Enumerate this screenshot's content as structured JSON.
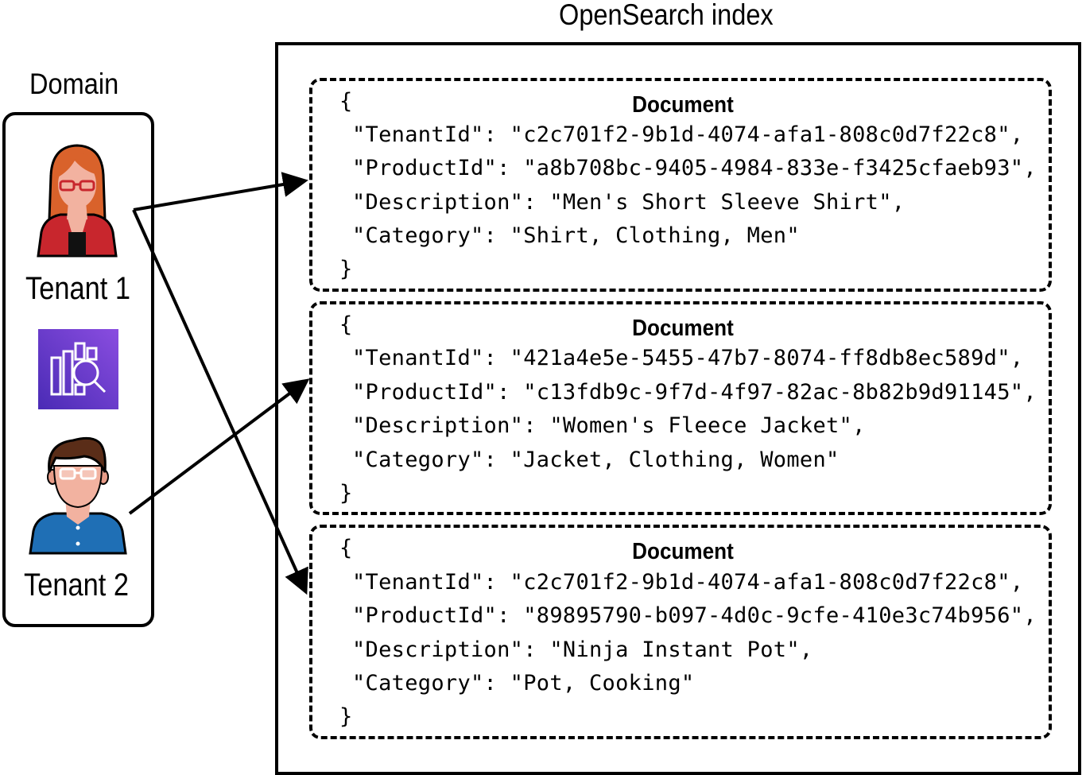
{
  "domain": {
    "title": "Domain",
    "tenants": [
      {
        "label": "Tenant 1"
      },
      {
        "label": "Tenant 2"
      }
    ],
    "service_icon": "opensearch-service-icon"
  },
  "index": {
    "title": "OpenSearch index",
    "documents": [
      {
        "title": "Document",
        "open_brace": "{",
        "close_brace": "}",
        "tenant_line": "\"TenantId\": \"c2c701f2-9b1d-4074-afa1-808c0d7f22c8\",",
        "product_line": "\"ProductId\": \"a8b708bc-9405-4984-833e-f3425cfaeb93\",",
        "description_line": "\"Description\": \"Men's Short Sleeve Shirt\",",
        "category_line": "\"Category\": \"Shirt, Clothing, Men\""
      },
      {
        "title": "Document",
        "open_brace": "{",
        "close_brace": "}",
        "tenant_line": "\"TenantId\": \"421a4e5e-5455-47b7-8074-ff8db8ec589d\",",
        "product_line": "\"ProductId\": \"c13fdb9c-9f7d-4f97-82ac-8b82b9d91145\",",
        "description_line": "\"Description\": \"Women's Fleece Jacket\",",
        "category_line": "\"Category\": \"Jacket, Clothing, Women\""
      },
      {
        "title": "Document",
        "open_brace": "{",
        "close_brace": "}",
        "tenant_line": "\"TenantId\": \"c2c701f2-9b1d-4074-afa1-808c0d7f22c8\",",
        "product_line": "\"ProductId\": \"89895790-b097-4d0c-9cfe-410e3c74b956\",",
        "description_line": "\"Description\": \"Ninja Instant Pot\",",
        "category_line": "\"Category\": \"Pot, Cooking\""
      }
    ]
  },
  "colors": {
    "tenant1_hair": "#d9622b",
    "tenant1_jacket": "#c8262d",
    "tenant2_shirt": "#1f6fb5",
    "skin": "#f2b2a0",
    "service_icon_gradient": [
      "#4a2bb5",
      "#8a4de0"
    ]
  }
}
